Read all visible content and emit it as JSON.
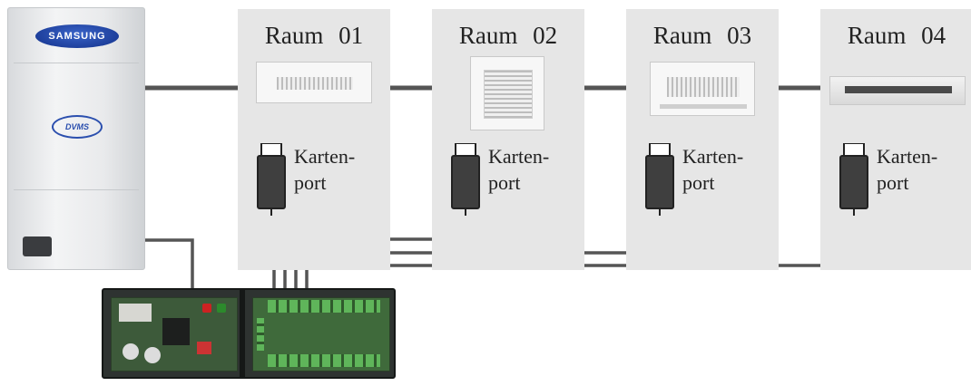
{
  "outdoor_unit": {
    "brand_text": "SAMSUNG",
    "model_text": "DVMS"
  },
  "rooms": [
    {
      "title": "Raum  01",
      "port_line1": "Karten-",
      "port_line2": "port"
    },
    {
      "title": "Raum  02",
      "port_line1": "Karten-",
      "port_line2": "port"
    },
    {
      "title": "Raum  03",
      "port_line1": "Karten-",
      "port_line2": "port"
    },
    {
      "title": "Raum  04",
      "port_line1": "Karten-",
      "port_line2": "port"
    }
  ],
  "colors": {
    "room_bg": "#e6e6e6",
    "line": "#555555",
    "reader": "#3f3f3f"
  }
}
